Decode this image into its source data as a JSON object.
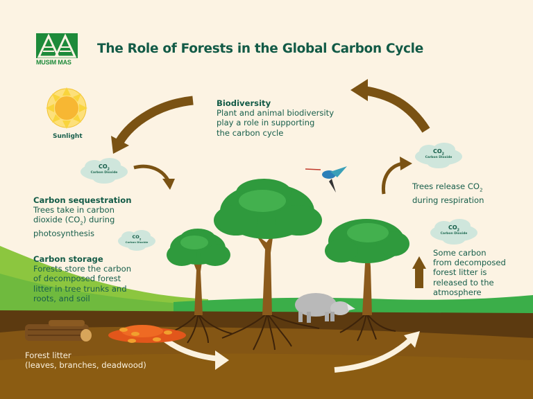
{
  "header": {
    "logo_text": "MUSIM MAS",
    "title": "The Role of Forests in the Global Carbon Cycle"
  },
  "colors": {
    "background": "#fcf3e3",
    "title_text": "#125a46",
    "body_text": "#175e4b",
    "logo_green": "#1d8a3a",
    "arrow_brown": "#7a5213",
    "soil_dark": "#5c3a10",
    "soil": "#8a5a12",
    "grass": "#3bae49",
    "grass_light": "#8cc63f",
    "cloud": "#cfe6dc",
    "sun": "#f7b733"
  },
  "icons": {
    "sun": "sun-icon",
    "cloud": "cloud-icon",
    "arrow": "curved-arrow-icon",
    "tree": "tree-icon",
    "hummingbird": "hummingbird-icon",
    "rhino": "rhino-icon",
    "logs": "logs-icon",
    "leaves": "leaf-pile-icon"
  },
  "sunlight": {
    "label": "Sunlight"
  },
  "clouds": [
    {
      "formula": "CO",
      "subscript": "2",
      "label": "Carbon Dioxide"
    },
    {
      "formula": "CO",
      "subscript": "2",
      "label": "Carbon Dioxide"
    },
    {
      "formula": "CO",
      "subscript": "2",
      "label": "Carbon Dioxide"
    },
    {
      "formula": "CO",
      "subscript": "2",
      "label": "Carbon Dioxide"
    }
  ],
  "biodiversity": {
    "heading": "Biodiversity",
    "lines": [
      "Plant and animal biodiversity",
      "play a role in supporting",
      "the carbon cycle"
    ]
  },
  "sequestration": {
    "heading": "Carbon sequestration",
    "line1": "Trees take in carbon",
    "line2_pre": "dioxide (CO",
    "line2_sub": "2",
    "line2_post": ") during",
    "line3": "photosynthesis"
  },
  "storage": {
    "heading": "Carbon storage",
    "lines": [
      "Forests store the carbon",
      "of decomposed forest",
      "litter in tree trunks and",
      "roots, and soil"
    ]
  },
  "respiration": {
    "line1_pre": "Trees release CO",
    "line1_sub": "2",
    "line2": "during respiration"
  },
  "decomposition": {
    "lines": [
      "Some carbon",
      "from decomposed",
      "forest litter is",
      "released to the",
      "atmosphere"
    ]
  },
  "litter": {
    "line1": "Forest litter",
    "line2": "(leaves, branches, deadwood)"
  }
}
